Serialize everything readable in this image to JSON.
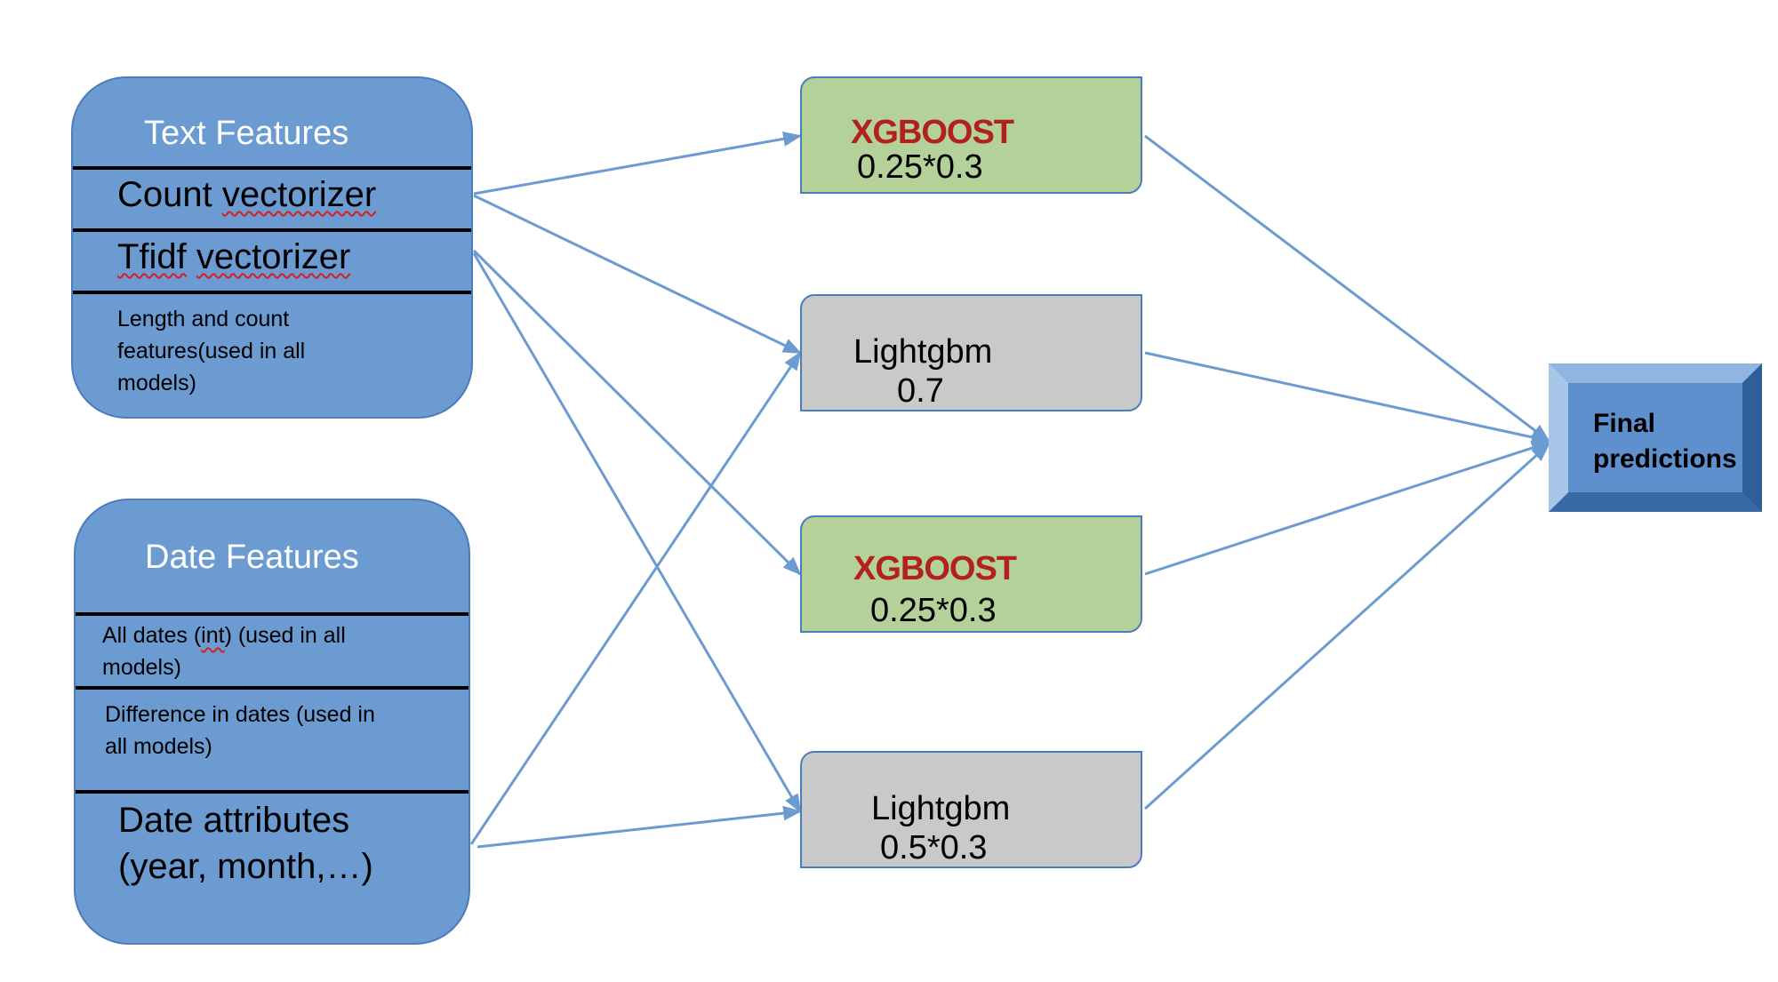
{
  "diagram": {
    "text_features": {
      "header": "Text Features",
      "items": [
        "Count vectorizer",
        "Tfidf vectorizer"
      ],
      "note_lines": [
        "Length and count",
        "features(used in all",
        "models)"
      ]
    },
    "date_features": {
      "header": "Date Features",
      "item1_lines": [
        "All dates (int) (used in all",
        "models)"
      ],
      "item2_lines": [
        "Difference in dates (used in",
        "all models)"
      ],
      "item3_lines": [
        "Date attributes",
        "(year, month,…)"
      ]
    },
    "models": [
      {
        "name": "XGBOOST",
        "weight": "0.25*0.3"
      },
      {
        "name": "Lightgbm",
        "weight": "0.7"
      },
      {
        "name": "XGBOOST",
        "weight": "0.25*0.3"
      },
      {
        "name": "Lightgbm",
        "weight": "0.5*0.3"
      }
    ],
    "final": {
      "lines": [
        "Final",
        "predictions"
      ]
    }
  },
  "colors": {
    "feature_fill": "#6b9bd1",
    "xgboost_fill": "#b3d198",
    "lightgbm_fill": "#c9c9c9",
    "arrow": "#6b9bd1",
    "xgboost_label": "#b22020"
  }
}
